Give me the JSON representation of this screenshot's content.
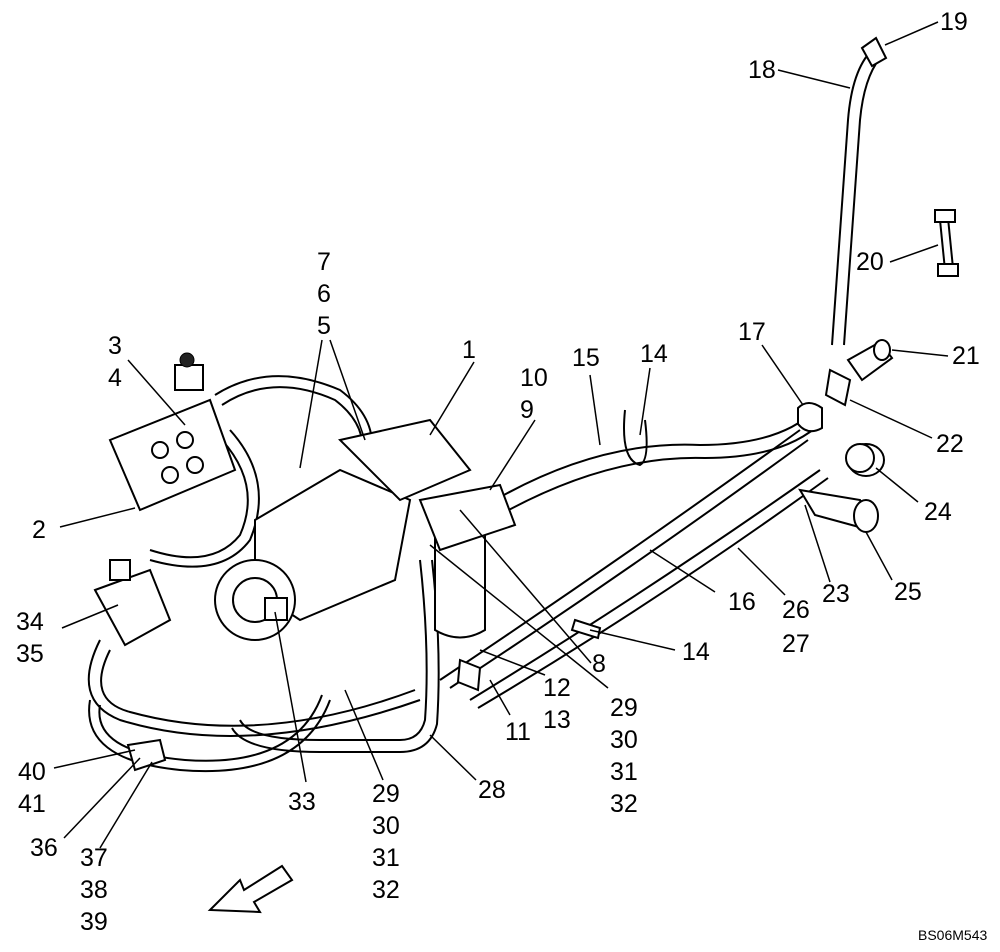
{
  "drawing_code": "BS06M543",
  "callouts": [
    {
      "id": "c1",
      "text": "1"
    },
    {
      "id": "c2",
      "text": "2"
    },
    {
      "id": "c3",
      "text": "3"
    },
    {
      "id": "c4",
      "text": "4"
    },
    {
      "id": "c5",
      "text": "5"
    },
    {
      "id": "c6",
      "text": "6"
    },
    {
      "id": "c7",
      "text": "7"
    },
    {
      "id": "c8",
      "text": "8"
    },
    {
      "id": "c9",
      "text": "9"
    },
    {
      "id": "c10",
      "text": "10"
    },
    {
      "id": "c11",
      "text": "11"
    },
    {
      "id": "c12",
      "text": "12"
    },
    {
      "id": "c13",
      "text": "13"
    },
    {
      "id": "c14a",
      "text": "14"
    },
    {
      "id": "c14b",
      "text": "14"
    },
    {
      "id": "c15",
      "text": "15"
    },
    {
      "id": "c16",
      "text": "16"
    },
    {
      "id": "c17",
      "text": "17"
    },
    {
      "id": "c18",
      "text": "18"
    },
    {
      "id": "c19",
      "text": "19"
    },
    {
      "id": "c20",
      "text": "20"
    },
    {
      "id": "c21",
      "text": "21"
    },
    {
      "id": "c22",
      "text": "22"
    },
    {
      "id": "c23",
      "text": "23"
    },
    {
      "id": "c24",
      "text": "24"
    },
    {
      "id": "c25",
      "text": "25"
    },
    {
      "id": "c26",
      "text": "26"
    },
    {
      "id": "c27",
      "text": "27"
    },
    {
      "id": "c28",
      "text": "28"
    },
    {
      "id": "c29a",
      "text": "29"
    },
    {
      "id": "c30a",
      "text": "30"
    },
    {
      "id": "c31a",
      "text": "31"
    },
    {
      "id": "c32a",
      "text": "32"
    },
    {
      "id": "c29b",
      "text": "29"
    },
    {
      "id": "c30b",
      "text": "30"
    },
    {
      "id": "c31b",
      "text": "31"
    },
    {
      "id": "c32b",
      "text": "32"
    },
    {
      "id": "c33",
      "text": "33"
    },
    {
      "id": "c34",
      "text": "34"
    },
    {
      "id": "c35",
      "text": "35"
    },
    {
      "id": "c36",
      "text": "36"
    },
    {
      "id": "c37",
      "text": "37"
    },
    {
      "id": "c38",
      "text": "38"
    },
    {
      "id": "c39",
      "text": "39"
    },
    {
      "id": "c40",
      "text": "40"
    },
    {
      "id": "c41",
      "text": "41"
    }
  ]
}
